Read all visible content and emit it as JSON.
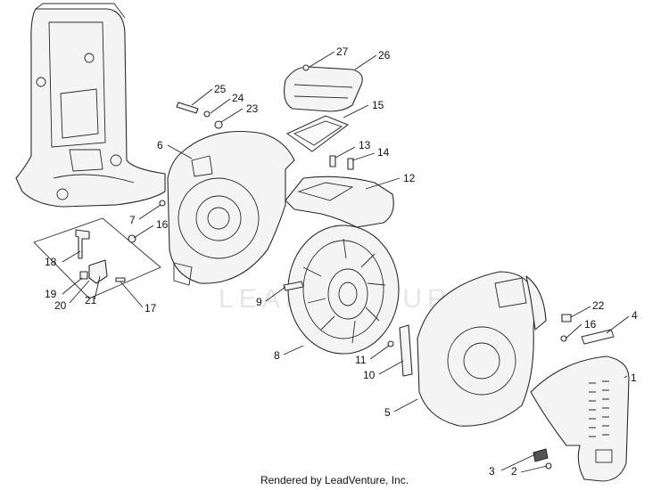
{
  "footer": {
    "credit": "Rendered by LeadVenture, Inc."
  },
  "watermark": {
    "text": "LEADVENTURE"
  },
  "callouts": [
    {
      "id": "c1",
      "label": "1"
    },
    {
      "id": "c2",
      "label": "2"
    },
    {
      "id": "c3",
      "label": "3"
    },
    {
      "id": "c4",
      "label": "4"
    },
    {
      "id": "c5",
      "label": "5"
    },
    {
      "id": "c6",
      "label": "6"
    },
    {
      "id": "c7",
      "label": "7"
    },
    {
      "id": "c8",
      "label": "8"
    },
    {
      "id": "c9",
      "label": "9"
    },
    {
      "id": "c10",
      "label": "10"
    },
    {
      "id": "c11",
      "label": "11"
    },
    {
      "id": "c12",
      "label": "12"
    },
    {
      "id": "c13",
      "label": "13"
    },
    {
      "id": "c14",
      "label": "14"
    },
    {
      "id": "c15",
      "label": "15"
    },
    {
      "id": "c16a",
      "label": "16"
    },
    {
      "id": "c16b",
      "label": "16"
    },
    {
      "id": "c17",
      "label": "17"
    },
    {
      "id": "c18",
      "label": "18"
    },
    {
      "id": "c19",
      "label": "19"
    },
    {
      "id": "c20",
      "label": "20"
    },
    {
      "id": "c21",
      "label": "21"
    },
    {
      "id": "c22",
      "label": "22"
    },
    {
      "id": "c23",
      "label": "23"
    },
    {
      "id": "c24",
      "label": "24"
    },
    {
      "id": "c25",
      "label": "25"
    },
    {
      "id": "c26",
      "label": "26"
    },
    {
      "id": "c27",
      "label": "27"
    }
  ]
}
